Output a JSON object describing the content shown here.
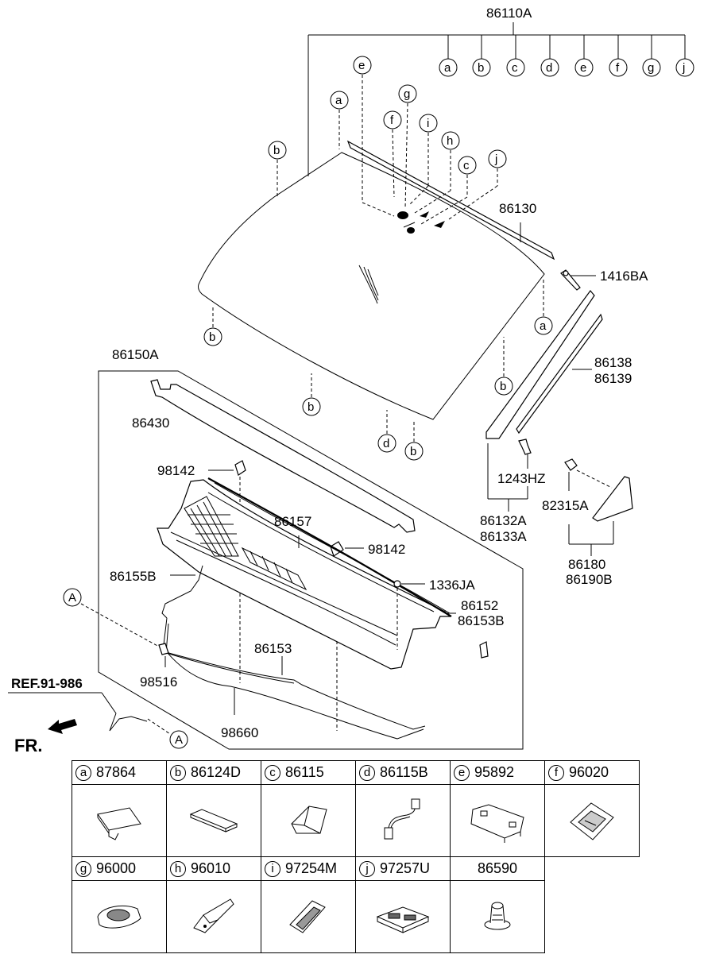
{
  "diagram": {
    "part_numbers": {
      "p86110A": "86110A",
      "p86130": "86130",
      "p1416BA": "1416BA",
      "p86150A": "86150A",
      "p86430": "86430",
      "p86138": "86138",
      "p86139": "86139",
      "p1243HZ": "1243HZ",
      "p98142a": "98142",
      "p98142b": "98142",
      "p86157": "86157",
      "p82315A": "82315A",
      "p86132A": "86132A",
      "p86133A": "86133A",
      "p86180": "86180",
      "p86190B": "86190B",
      "p86155B": "86155B",
      "p1336JA": "1336JA",
      "p86152": "86152",
      "p86153B": "86153B",
      "p86153": "86153",
      "p98516": "98516",
      "p98660": "98660"
    },
    "ref_label": "REF.91-986",
    "fr_label": "FR.",
    "callout_letters": [
      "a",
      "b",
      "c",
      "d",
      "e",
      "f",
      "g",
      "h",
      "i",
      "j"
    ],
    "section_marker": "A"
  },
  "legend": {
    "rows": [
      [
        {
          "letter": "a",
          "part": "87864"
        },
        {
          "letter": "b",
          "part": "86124D"
        },
        {
          "letter": "c",
          "part": "86115"
        },
        {
          "letter": "d",
          "part": "86115B"
        },
        {
          "letter": "e",
          "part": "95892"
        },
        {
          "letter": "f",
          "part": "96020"
        }
      ],
      [
        {
          "letter": "g",
          "part": "96000"
        },
        {
          "letter": "h",
          "part": "96010"
        },
        {
          "letter": "i",
          "part": "97254M"
        },
        {
          "letter": "j",
          "part": "97257U"
        },
        {
          "letter": "",
          "part": "86590"
        }
      ]
    ]
  }
}
